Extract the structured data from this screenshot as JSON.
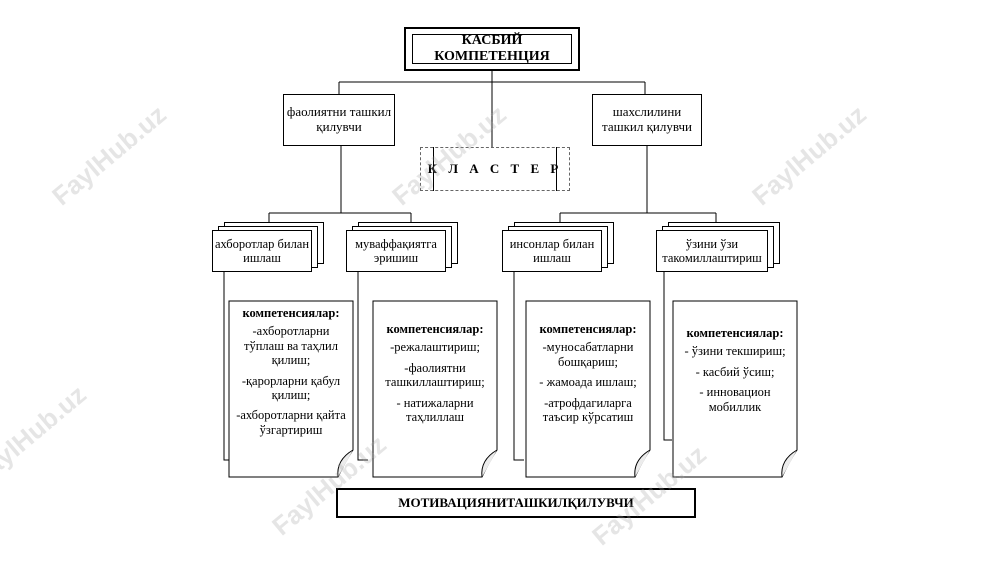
{
  "diagram": {
    "title": "КАСБИЙ КОМПЕТЕНЦИЯ",
    "left_organizer": "фаолиятни ташкил қилувчи",
    "right_organizer": "шахслилини ташкил қилувчи",
    "cluster": "К Л А С Т Е Р",
    "branches": [
      {
        "label": "ахборотлар билан ишлаш"
      },
      {
        "label": "муваффақиятга эришиш"
      },
      {
        "label": "инсонлар билан ишлаш"
      },
      {
        "label": "ўзини ўзи такомиллаштириш"
      }
    ],
    "pages": [
      {
        "heading": "компетенсиялар:",
        "items": [
          "-ахборотларни тўплаш ва таҳлил қилиш;",
          "-қарорларни қабул қилиш;",
          "-ахборотларни қайта ўзгартириш"
        ]
      },
      {
        "heading": "компетенсиялар:",
        "items": [
          "-режалаштириш;",
          "-фаолиятни ташкиллаштириш;",
          "- натижаларни таҳлиллаш"
        ]
      },
      {
        "heading": "компетенсиялар:",
        "items": [
          "-муносабатларни бошқариш;",
          "- жамоада ишлаш;",
          "-атрофдагиларга таъсир кўрсатиш"
        ]
      },
      {
        "heading": "компетенсиялар:",
        "items": [
          "- ўзини текшириш;",
          "- касбий ўсиш;",
          "- инновацион мобиллик"
        ]
      }
    ],
    "footer": "МОТИВАЦИЯНИТАШКИЛҚИЛУВЧИ"
  },
  "watermark": "FaylHub.uz"
}
